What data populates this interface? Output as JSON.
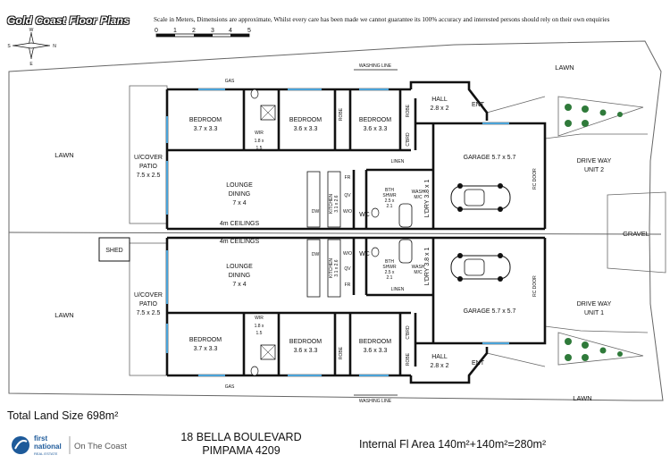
{
  "header": {
    "brand": "Gold Coast Floor Plans",
    "disclaimer": "Scale in Meters, Dimensions are approximate, Whilst every care has been made we cannot guarantee its 100% accuracy and interested persons should rely on their own enquiries",
    "scale_ticks": [
      "0",
      "1",
      "2",
      "3",
      "4",
      "5"
    ],
    "compass": {
      "n": "N",
      "s": "S",
      "e": "E",
      "w": "W"
    }
  },
  "unit2": {
    "bedroom_main": {
      "name": "BEDROOM",
      "dim": "3.7 x 3.3"
    },
    "wir": {
      "name": "WIR",
      "dim": "1.8 x",
      "dim2": "1.5"
    },
    "bedroom_2": {
      "name": "BEDROOM",
      "dim": "3.6 x 3.3"
    },
    "bedroom_3": {
      "name": "BEDROOM",
      "dim": "3.6 x 3.3"
    },
    "robe_1": "ROBE",
    "robe_2": "ROBE",
    "hall": {
      "name": "HALL",
      "dim": "2.8 x 2"
    },
    "ent": "ENT",
    "cbrd": "C'BRD",
    "gas": "GAS",
    "linen": "LINEN",
    "lounge": {
      "name": "LOUNGE",
      "name2": "DINING",
      "dim": "7 x 4"
    },
    "ceilings": "4m CEILINGS",
    "patio": {
      "name": "U/COVER",
      "name2": "PATIO",
      "dim": "7.5 x 2.5"
    },
    "kitchen": {
      "name": "KITCHEN",
      "dim": "3.1 x 2.6"
    },
    "fr": "FR",
    "qv": "QV",
    "wo": "W/O",
    "dw": "DW",
    "wc": "WC",
    "bath": {
      "name": "BTH",
      "name2": "SHWR",
      "dim": "2.5 x",
      "dim2": "2.1"
    },
    "wash": "WASH",
    "mc": "M/C",
    "ldry": "L'DRY 3.8 x 1",
    "garage": "GARAGE 5.7 x 5.7",
    "rc_door": "RC DOOR",
    "driveway": {
      "name": "DRIVE WAY",
      "name2": "UNIT 2"
    },
    "washing_line": "WASHING LINE"
  },
  "unit1": {
    "bedroom_main": {
      "name": "BEDROOM",
      "dim": "3.7 x 3.3"
    },
    "wir": {
      "name": "WIR",
      "dim": "1.8 x",
      "dim2": "1.5"
    },
    "bedroom_2": {
      "name": "BEDROOM",
      "dim": "3.6 x 3.3"
    },
    "bedroom_3": {
      "name": "BEDROOM",
      "dim": "3.6 x 3.3"
    },
    "robe_1": "ROBE",
    "robe_2": "ROBE",
    "hall": {
      "name": "HALL",
      "dim": "2.8 x 2"
    },
    "ent": "ENT",
    "cbrd": "C'BRD",
    "gas": "GAS",
    "linen": "LINEN",
    "lounge": {
      "name": "LOUNGE",
      "name2": "DINING",
      "dim": "7 x 4"
    },
    "ceilings": "4m CEILINGS",
    "patio": {
      "name": "U/COVER",
      "name2": "PATIO",
      "dim": "7.5 x 2.5"
    },
    "kitchen": {
      "name": "KITCHEN",
      "dim": "3.1 x 2.6"
    },
    "fr": "FR",
    "qv": "QV",
    "wo": "W/O",
    "dw": "DW",
    "wc": "WC",
    "bath": {
      "name": "BTH",
      "name2": "SHWR",
      "dim": "2.5 x",
      "dim2": "2.1"
    },
    "wash": "WASH",
    "mc": "M/C",
    "ldry": "L'DRY 3.8 x 1",
    "garage": "GARAGE 5.7 x 5.7",
    "rc_door": "RC DOOR",
    "driveway": {
      "name": "DRIVE WAY",
      "name2": "UNIT 1"
    },
    "washing_line": "WASHING LINE",
    "shed": "SHED"
  },
  "site": {
    "lawn_left_top": "LAWN",
    "lawn_left_bottom": "LAWN",
    "lawn_right_top": "LAWN",
    "lawn_right_bottom": "LAWN",
    "gravel": "GRAVEL"
  },
  "footer": {
    "land_size": "Total Land Size 698m²",
    "address_line1": "18 BELLA BOULEVARD",
    "address_line2": "PIMPAMA 4209",
    "internal_area": "Internal Fl Area 140m²+140m²=280m²"
  },
  "logo": {
    "brand_line1": "first",
    "brand_line2": "national",
    "brand_sub": "REAL ESTATE",
    "office": "On The Coast"
  },
  "colors": {
    "wall": "#111111",
    "window": "#4aa3d8",
    "logo_blue": "#1d5a9a",
    "tree": "#2f7a3a"
  }
}
